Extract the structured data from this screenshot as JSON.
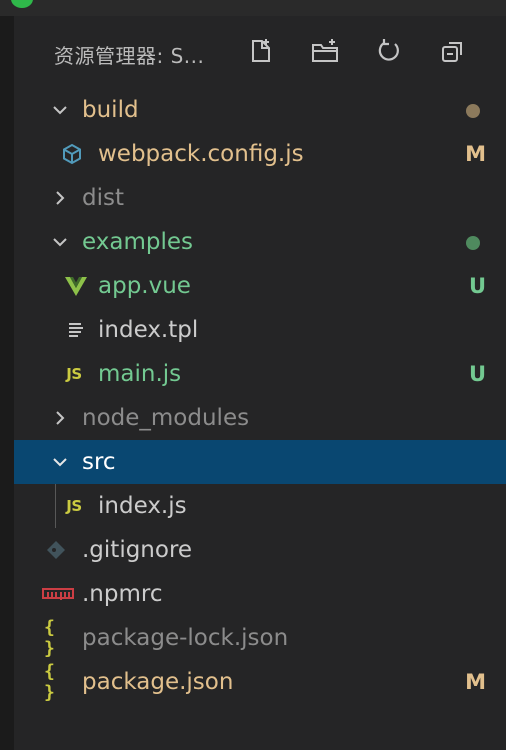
{
  "explorer": {
    "title": "资源管理器: S...",
    "actions": [
      {
        "name": "new-file-button",
        "icon": "new-file-icon"
      },
      {
        "name": "new-folder-button",
        "icon": "new-folder-icon"
      },
      {
        "name": "refresh-button",
        "icon": "refresh-icon"
      },
      {
        "name": "collapse-all-button",
        "icon": "collapse-all-icon"
      }
    ]
  },
  "tree": {
    "build": {
      "label": "build",
      "state": "expanded",
      "status": "modified-dot"
    },
    "webpack": {
      "label": "webpack.config.js",
      "icon": "webpack-cube-icon",
      "status": "M"
    },
    "dist": {
      "label": "dist",
      "state": "collapsed"
    },
    "examples": {
      "label": "examples",
      "state": "expanded",
      "status": "untracked-dot"
    },
    "app_vue": {
      "label": "app.vue",
      "icon": "vue-icon",
      "status": "U"
    },
    "index_tpl": {
      "label": "index.tpl",
      "icon": "lines-icon"
    },
    "main_js": {
      "label": "main.js",
      "icon": "js-icon",
      "icon_text": "JS",
      "status": "U"
    },
    "node_modules": {
      "label": "node_modules",
      "state": "collapsed"
    },
    "src": {
      "label": "src",
      "state": "expanded",
      "selected": true
    },
    "index_js": {
      "label": "index.js",
      "icon": "js-icon",
      "icon_text": "JS"
    },
    "gitignore": {
      "label": ".gitignore",
      "icon": "git-diamond-icon"
    },
    "npmrc": {
      "label": ".npmrc",
      "icon": "npm-icon"
    },
    "package_lock": {
      "label": "package-lock.json",
      "icon": "braces-icon",
      "icon_text": "{ }"
    },
    "package_json": {
      "label": "package.json",
      "icon": "braces-icon",
      "icon_text": "{ }",
      "status": "M"
    }
  },
  "colors": {
    "modified": "#e2c08d",
    "modified_dot": "#8c7a5c",
    "untracked": "#73c991",
    "untracked_dot": "#4f8a5e",
    "ignored": "#8c8c8c",
    "default": "#cccccc",
    "selected_bg": "#094771",
    "js_yellow": "#cbcb41",
    "vue_green": "#8dc149",
    "npm_red": "#cc3e44"
  }
}
